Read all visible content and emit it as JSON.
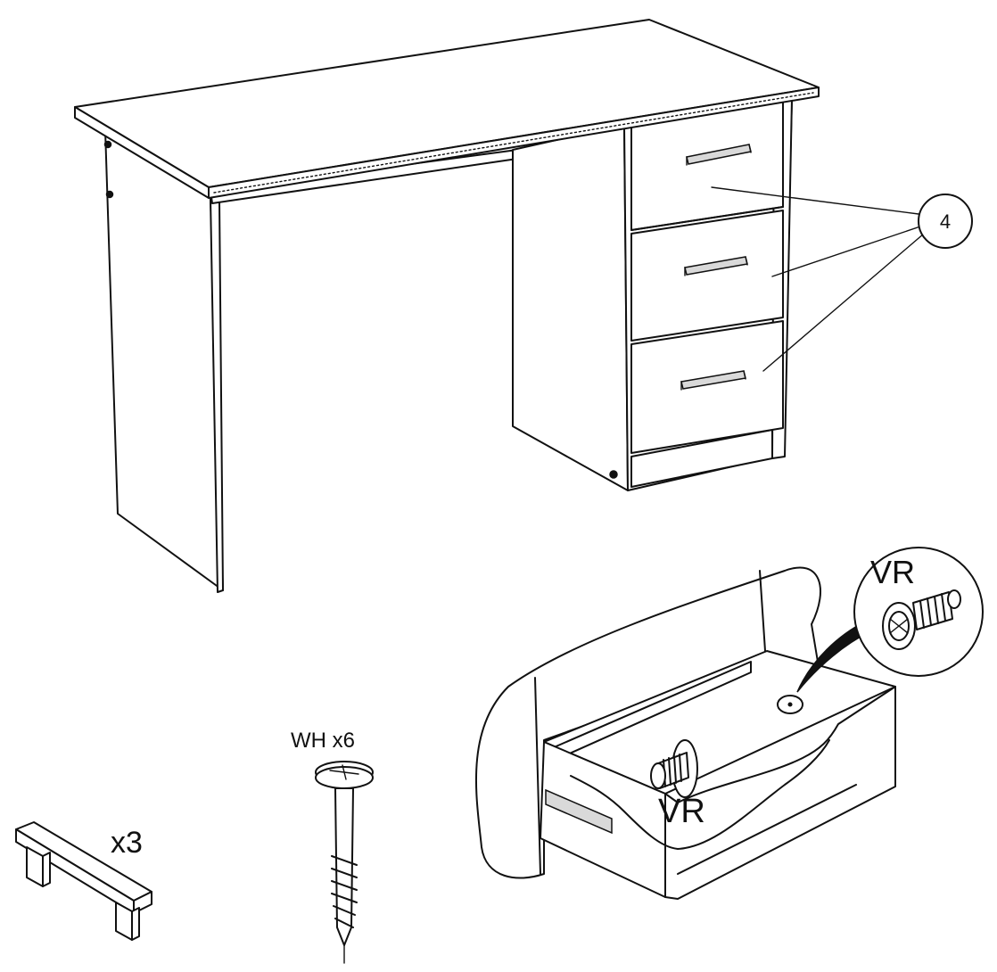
{
  "callout": {
    "number": "4"
  },
  "handle": {
    "quantity": "x3"
  },
  "screw": {
    "label": "WH x6"
  },
  "detail": {
    "label_zoom": "VR",
    "label_drawer": "VR"
  }
}
